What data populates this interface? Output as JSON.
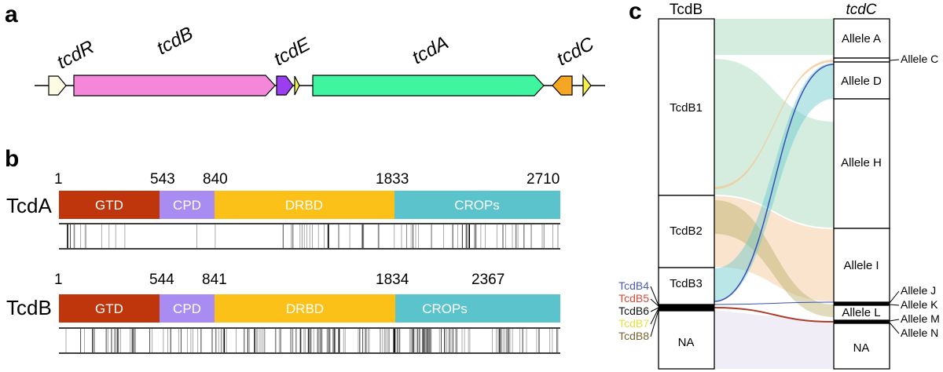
{
  "panel_a": {
    "letter": "a",
    "genes": [
      {
        "label": "tcdR",
        "color": "#fdfbe1",
        "direction": "right"
      },
      {
        "label": "tcdB",
        "color": "#f587da",
        "direction": "right"
      },
      {
        "label": "tcdE",
        "color": "#9b3ef0",
        "direction": "right"
      },
      {
        "label": "",
        "color": "#f4f04a",
        "direction": "right"
      },
      {
        "label": "tcdA",
        "color": "#3ff59f",
        "direction": "right"
      },
      {
        "label": "tcdC",
        "color": "#f5a623",
        "direction": "left"
      },
      {
        "label": "",
        "color": "#f4f04a",
        "direction": "right"
      }
    ]
  },
  "panel_b": {
    "letter": "b",
    "proteins": [
      {
        "name": "TcdA",
        "positions": [
          "1",
          "543",
          "840",
          "1833",
          "2710"
        ],
        "domains": [
          {
            "label": "GTD",
            "color": "#c0360c"
          },
          {
            "label": "CPD",
            "color": "#a88cf2"
          },
          {
            "label": "DRBD",
            "color": "#fbc118"
          },
          {
            "label": "CROPs",
            "color": "#5bc3cb"
          }
        ]
      },
      {
        "name": "TcdB",
        "positions": [
          "1",
          "544",
          "841",
          "1834",
          "2367"
        ],
        "domains": [
          {
            "label": "GTD",
            "color": "#c0360c"
          },
          {
            "label": "CPD",
            "color": "#a88cf2"
          },
          {
            "label": "DRBD",
            "color": "#fbc118"
          },
          {
            "label": "CROPs",
            "color": "#5bc3cb"
          }
        ]
      }
    ]
  },
  "panel_c": {
    "letter": "c",
    "left_header": "TcdB",
    "right_header": "tcdC",
    "left_nodes": [
      {
        "label": "TcdB1"
      },
      {
        "label": "TcdB2"
      },
      {
        "label": "TcdB3"
      },
      {
        "label": ""
      },
      {
        "label": "NA"
      }
    ],
    "side_labels_left": [
      {
        "label": "TcdB4",
        "color": "#4a5bb0"
      },
      {
        "label": "TcdB5",
        "color": "#d94a3a"
      },
      {
        "label": "TcdB6",
        "color": "#111111"
      },
      {
        "label": "TcdB7",
        "color": "#e8e040"
      },
      {
        "label": "TcdB8",
        "color": "#7a6430"
      }
    ],
    "right_nodes": [
      {
        "label": "Allele A"
      },
      {
        "label": ""
      },
      {
        "label": "Allele D"
      },
      {
        "label": "Allele H"
      },
      {
        "label": "Allele I"
      },
      {
        "label": ""
      },
      {
        "label": "Allele L"
      },
      {
        "label": ""
      },
      {
        "label": "NA"
      }
    ],
    "side_labels_right": [
      {
        "label": "Allele C"
      },
      {
        "label": "Allele J"
      },
      {
        "label": "Allele K"
      },
      {
        "label": "Allele M"
      },
      {
        "label": "Allele N"
      }
    ]
  }
}
